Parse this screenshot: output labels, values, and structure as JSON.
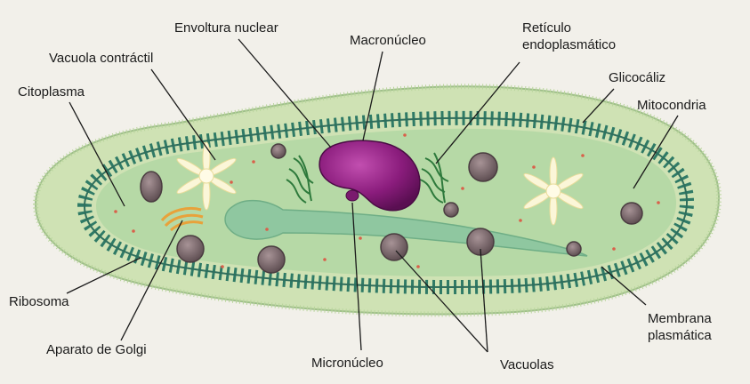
{
  "labels": {
    "envoltura_nuclear": "Envoltura nuclear",
    "macronucleo": "Macronúcleo",
    "reticulo_1": "Retículo",
    "reticulo_2": "endoplasmático",
    "vacuola_contractil": "Vacuola contráctil",
    "glicocaliz": "Glicocáliz",
    "citoplasma": "Citoplasma",
    "mitocondria": "Mitocondria",
    "ribosoma": "Ribosoma",
    "aparato_golgi": "Aparato de Golgi",
    "micronucleo": "Micronúcleo",
    "vacuolas": "Vacuolas",
    "membrana_1": "Membrana",
    "membrana_2": "plasmática"
  },
  "colors": {
    "background": "#f2f0ea",
    "glycocalyx": "#cfe2b4",
    "cytoplasm": "#b6d9a6",
    "cilia_band": "#2f7a66",
    "macronucleus": "#8a1c7c",
    "micronucleus": "#7a1a6e",
    "vacuole": "#6e5a5e",
    "contractile_vacuole": "#fbf6d8",
    "golgi": "#e8a23a",
    "reticulum": "#2e7a3c"
  }
}
